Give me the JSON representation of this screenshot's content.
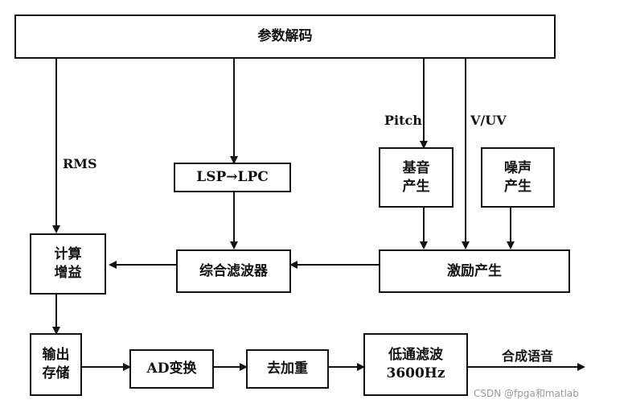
{
  "nodes": {
    "param_decode": "参数解码",
    "lsp_lpc": "LSP→LPC",
    "pitch_gen_line1": "基音",
    "pitch_gen_line2": "产生",
    "noise_gen_line1": "噪声",
    "noise_gen_line2": "产生",
    "calc_gain_line1": "计算",
    "calc_gain_line2": "增益",
    "synth_filter": "综合滤波器",
    "excitation_gen": "激励产生",
    "output_store_line1": "输出",
    "output_store_line2": "存储",
    "ad_convert": "AD变换",
    "de_emphasis": "去加重",
    "lowpass_line1": "低通滤波",
    "lowpass_line2": "3600Hz"
  },
  "labels": {
    "rms": "RMS",
    "pitch": "Pitch",
    "vuv": "V/UV",
    "output": "合成语音"
  },
  "watermark": "CSDN @fpga和matlab",
  "colors": {
    "stroke": "#111111",
    "watermark": "#9a9a9a"
  }
}
